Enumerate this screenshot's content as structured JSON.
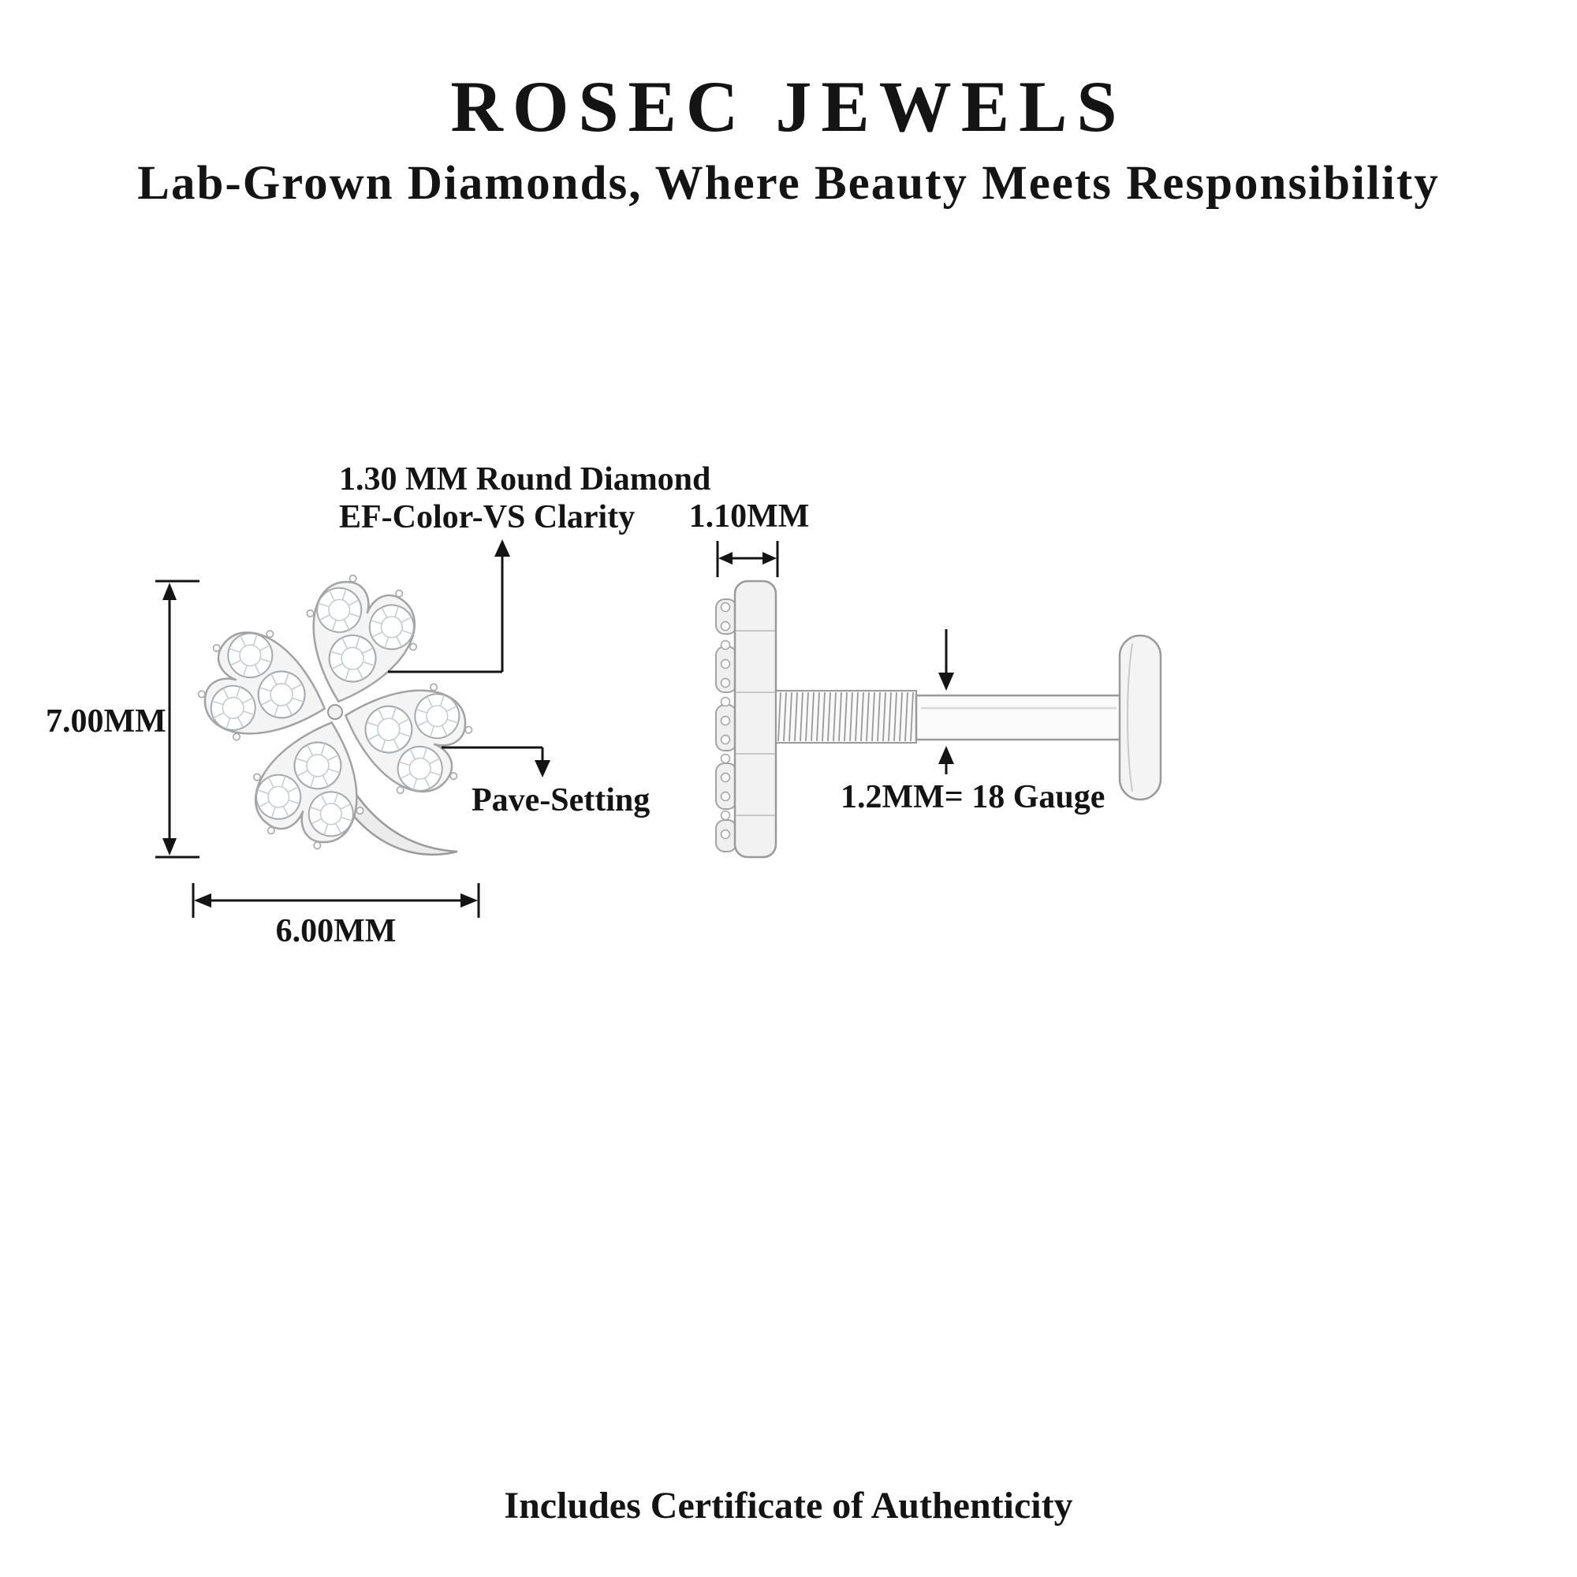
{
  "brand": {
    "title": "ROSEC JEWELS",
    "subtitle": "Lab-Grown Diamonds, Where Beauty Meets Responsibility"
  },
  "front_view": {
    "drawing": "four-leaf-clover-pave-earring-front-view",
    "height_label": "7.00MM",
    "width_label": "6.00MM",
    "diamond_spec_line1": "1.30 MM Round Diamond",
    "diamond_spec_line2": "EF-Color-VS Clarity",
    "setting_label": "Pave-Setting"
  },
  "side_view": {
    "drawing": "threaded-labret-stud-side-view",
    "head_width_label": "1.10MM",
    "post_gauge_label": "1.2MM= 18 Gauge"
  },
  "footer": {
    "certificate_note": "Includes Certificate of Authenticity"
  },
  "colors": {
    "background": "#ffffff",
    "text": "#141414",
    "dimension_lines": "#141414",
    "metal_outline": "#9a9a9a",
    "metal_fill": "#f2f2f2",
    "diamond_fill": "#ffffff"
  }
}
